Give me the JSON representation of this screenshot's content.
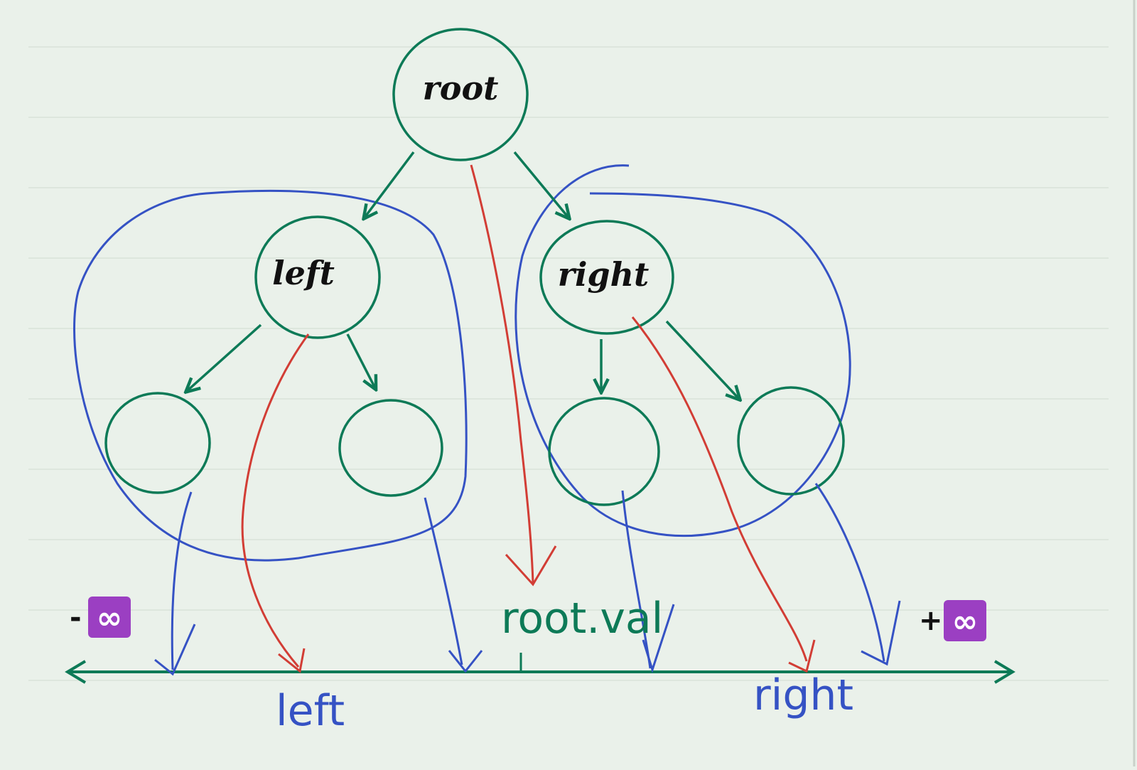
{
  "diagram": {
    "nodes": {
      "root": "root",
      "left": "left",
      "right": "right"
    },
    "axis_labels": {
      "root_val": "root.val",
      "left": "left",
      "right": "right"
    },
    "infinity": {
      "minus_sign": "-",
      "plus_sign": "+",
      "glyph": "∞",
      "badge_color": "#9b3fc2"
    },
    "colors": {
      "background": "#eaf1ea",
      "tree": "#0d7a57",
      "subtree_outline": "#3552c4",
      "mapping_arrow": "#d23d35",
      "ruled_line": "#dde6dd"
    }
  }
}
